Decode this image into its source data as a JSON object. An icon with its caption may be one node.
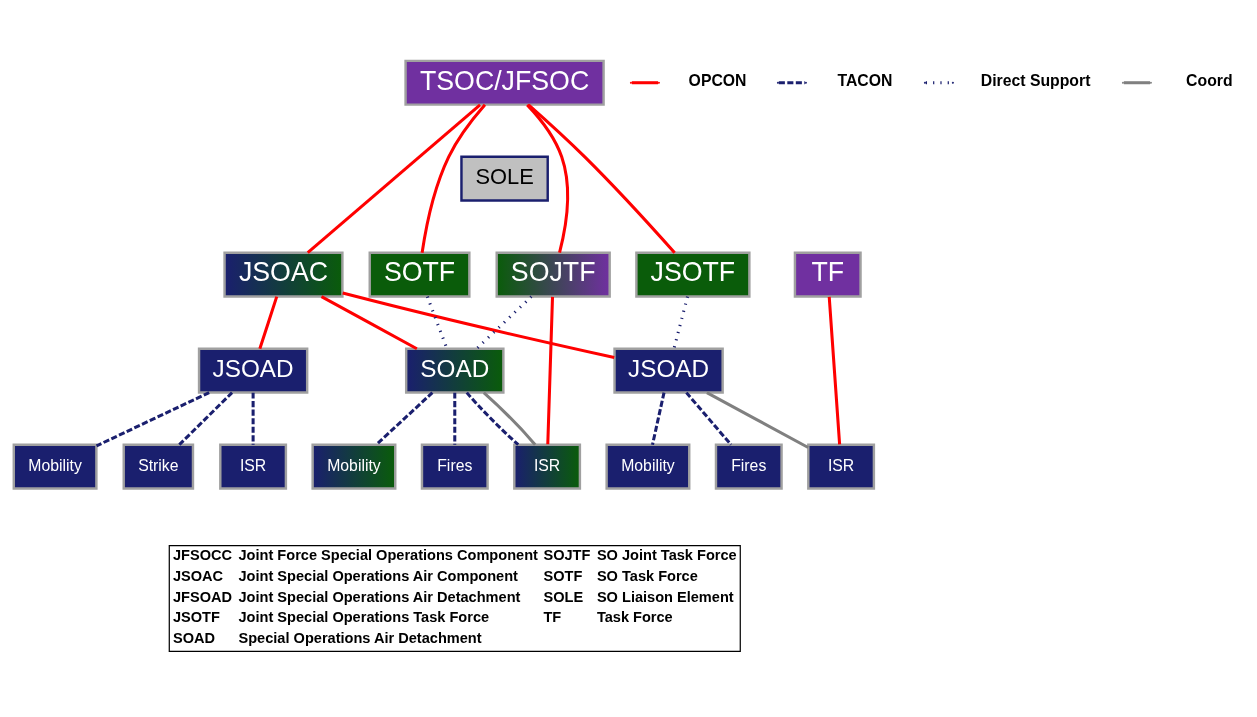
{
  "diagram": {
    "nodes": [
      {
        "text": [
          "TSOC/JFSOC"
        ]
      },
      {
        "text": [
          "SOLE"
        ]
      },
      {
        "text": [
          "JSOAC"
        ]
      },
      {
        "text": [
          "SOTF"
        ]
      },
      {
        "text": [
          "SOJTF"
        ]
      },
      {
        "text": [
          "JSOTF"
        ]
      },
      {
        "text": [
          "TF"
        ]
      },
      {
        "text": [
          "JSOAD"
        ]
      },
      {
        "text": [
          "SOAD"
        ]
      },
      {
        "text": [
          "JSOAD"
        ]
      },
      {
        "text": [
          "Mobility"
        ]
      },
      {
        "text": [
          "Strike"
        ]
      },
      {
        "text": [
          "ISR"
        ]
      },
      {
        "text": [
          "Mobility"
        ]
      },
      {
        "text": [
          "Fires"
        ]
      },
      {
        "text": [
          "ISR"
        ]
      },
      {
        "text": [
          "Mobility"
        ]
      },
      {
        "text": [
          "Fires"
        ]
      },
      {
        "text": [
          "ISR"
        ]
      }
    ],
    "edges": [
      {
        "from": 0,
        "to": 2,
        "arrow": "none",
        "color": "#ff0000"
      },
      {
        "from": 0,
        "to": 3,
        "arrow": "none",
        "color": "#ff0000"
      },
      {
        "from": 0,
        "to": 4,
        "arrow": "none",
        "color": "#ff0000"
      },
      {
        "from": 0,
        "to": 5,
        "arrow": "none",
        "color": "#ff0000"
      },
      {
        "from": 2,
        "to": 7,
        "arrow": "none",
        "color": "#ff0000"
      },
      {
        "from": 2,
        "to": 8,
        "arrow": "none",
        "color": "#ff0000"
      },
      {
        "from": 2,
        "to": 9,
        "arrow": "none",
        "color": "#ff0000"
      },
      {
        "from": 3,
        "to": 8,
        "arrow": "none",
        "style": "dashed"
      },
      {
        "from": 4,
        "to": 8,
        "arrow": "none",
        "style": "dashed"
      },
      {
        "from": 5,
        "to": 9,
        "arrow": "none",
        "style": "dashed"
      },
      {
        "from": 4,
        "to": 15,
        "arrow": "none",
        "color": "#ff0000"
      },
      {
        "from": 6,
        "to": 18,
        "arrow": "none",
        "color": "#ff0000"
      },
      {
        "from": 7,
        "to": 10,
        "arrow": "none",
        "style": "dashed"
      },
      {
        "from": 7,
        "to": 11,
        "arrow": "none",
        "style": "dashed"
      },
      {
        "from": 7,
        "to": 12,
        "arrow": "none",
        "style": "dashed"
      },
      {
        "from": 8,
        "to": 13,
        "arrow": "none",
        "style": "dashed"
      },
      {
        "from": 8,
        "to": 14,
        "arrow": "none",
        "style": "dashed"
      },
      {
        "from": 8,
        "to": 15,
        "arrow": "none",
        "style": "dashed"
      },
      {
        "from": 8,
        "to": 15,
        "arrow": "none",
        "color": "#808080"
      },
      {
        "from": 9,
        "to": 16,
        "arrow": "none",
        "style": "dashed"
      },
      {
        "from": 9,
        "to": 17,
        "arrow": "none",
        "style": "dashed"
      },
      {
        "from": 9,
        "to": 18,
        "arrow": "none",
        "color": "#808080"
      }
    ],
    "labels": [
      "JFSOCC",
      "Joint Force Special Operations Component",
      "SOJTF",
      "SO Joint Task Force",
      "JSOAC",
      "Joint Special Operations Air Component",
      "SOTF",
      "SO Task Force",
      "JFSOAD",
      "Joint Special Operations Air Detachment",
      "SOLE",
      "SO Liaison Element",
      "JSOTF",
      "Joint Special Operations Task Force",
      "TF",
      "Task Force",
      "SOAD",
      "Special Operations Air Detachment"
    ],
    "legend": [
      {
        "text": "OPCON"
      },
      {
        "text": "TACON"
      },
      {
        "text": "Direct Support"
      },
      {
        "text": "Coord"
      }
    ]
  }
}
